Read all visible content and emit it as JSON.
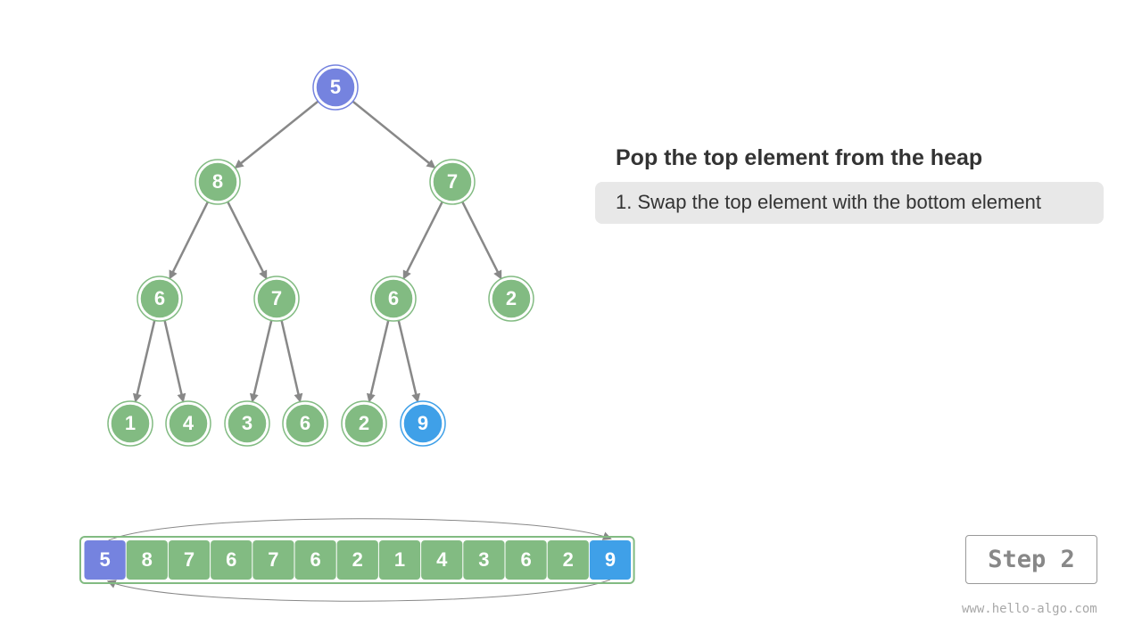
{
  "panel": {
    "title": "Pop the top element from the heap",
    "step_text": "1. Swap the top element with the bottom element"
  },
  "step_button_label": "Step 2",
  "watermark": "www.hello-algo.com",
  "colors": {
    "node": "#82bb82",
    "top": "#7583df",
    "bottom": "#3fa0e8",
    "edge": "#888888",
    "frame": "#82bb82"
  },
  "heap": {
    "values": [
      5,
      8,
      7,
      6,
      7,
      6,
      2,
      1,
      4,
      3,
      6,
      2,
      9
    ],
    "highlight": {
      "top_index": 0,
      "bottom_index": 12
    },
    "swap_arrow": {
      "from_index": 12,
      "to_index": 0
    }
  }
}
